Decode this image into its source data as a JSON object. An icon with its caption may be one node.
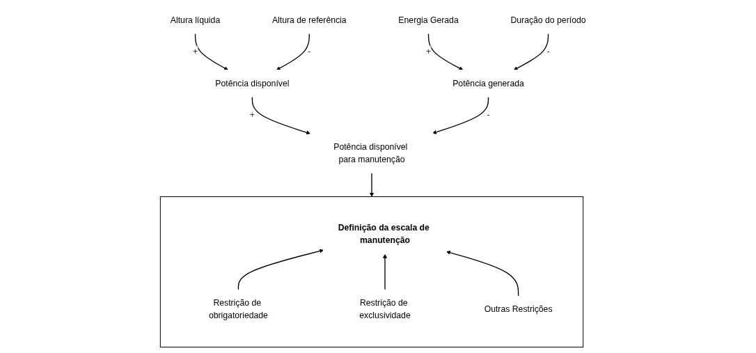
{
  "diagram": {
    "nodes": [
      {
        "text": [
          "Altura líquida"
        ]
      },
      {
        "text": [
          "Potência disponível para manutenção"
        ]
      },
      {
        "text": [
          "Energia Gerada"
        ]
      },
      {
        "text": [
          "Potência disponível"
        ]
      },
      {
        "text": [
          "Potência generada"
        ]
      },
      {
        "text": [
          "Altura de referência"
        ]
      },
      {
        "text": [
          "Duração do período"
        ]
      },
      {
        "text": [],
        "shape": "box"
      },
      {
        "text": [
          "Definição da escala de manutenção"
        ],
        "in": 7
      },
      {
        "text": [
          "Restrição de obrigatoriedade"
        ],
        "in": 7
      },
      {
        "text": [
          "Restrição de exclusividade"
        ],
        "in": 7
      },
      {
        "text": [
          "Outras Restrições"
        ],
        "in": 7
      }
    ],
    "edges": [
      {
        "from": 0,
        "to": 3,
        "arrow": "to",
        "label": "+"
      },
      {
        "from": 3,
        "to": 1,
        "arrow": "to",
        "label": "+"
      },
      {
        "from": 4,
        "to": 1,
        "arrow": "to",
        "label": "-"
      },
      {
        "from": 2,
        "to": 4,
        "arrow": "to",
        "label": "+"
      },
      {
        "from": 5,
        "to": 3,
        "arrow": "to",
        "label": "-"
      },
      {
        "from": 6,
        "to": 4,
        "arrow": "to",
        "label": "-"
      },
      {
        "from": 1,
        "to": 7,
        "arrow": "to"
      },
      {
        "from": 9,
        "to": 8,
        "arrow": "to"
      },
      {
        "from": 10,
        "to": 8,
        "arrow": "to"
      },
      {
        "from": 11,
        "to": 8,
        "arrow": "to"
      }
    ]
  }
}
